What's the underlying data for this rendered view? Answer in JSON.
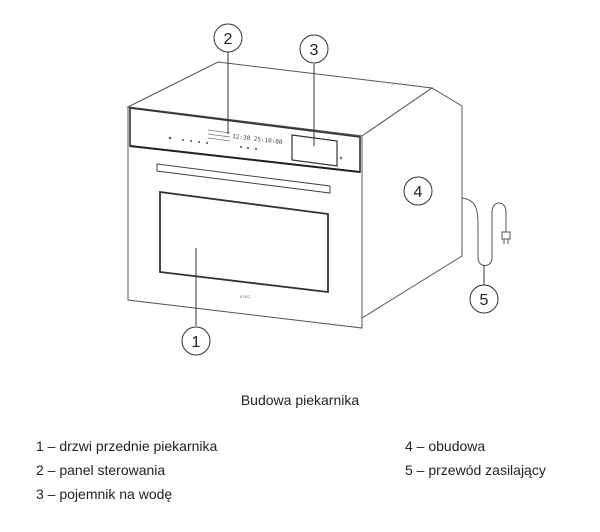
{
  "callouts": [
    "1",
    "2",
    "3",
    "4",
    "5"
  ],
  "panel_display": "12:30  25:10:00",
  "brand_mark": "ELEC",
  "caption": "Budowa piekarnika",
  "legend": [
    "1 – drzwi przednie piekarnika",
    "2 – panel sterowania",
    "3 – pojemnik na wodę",
    "4 – obudowa",
    "5 – przewód zasilający"
  ]
}
